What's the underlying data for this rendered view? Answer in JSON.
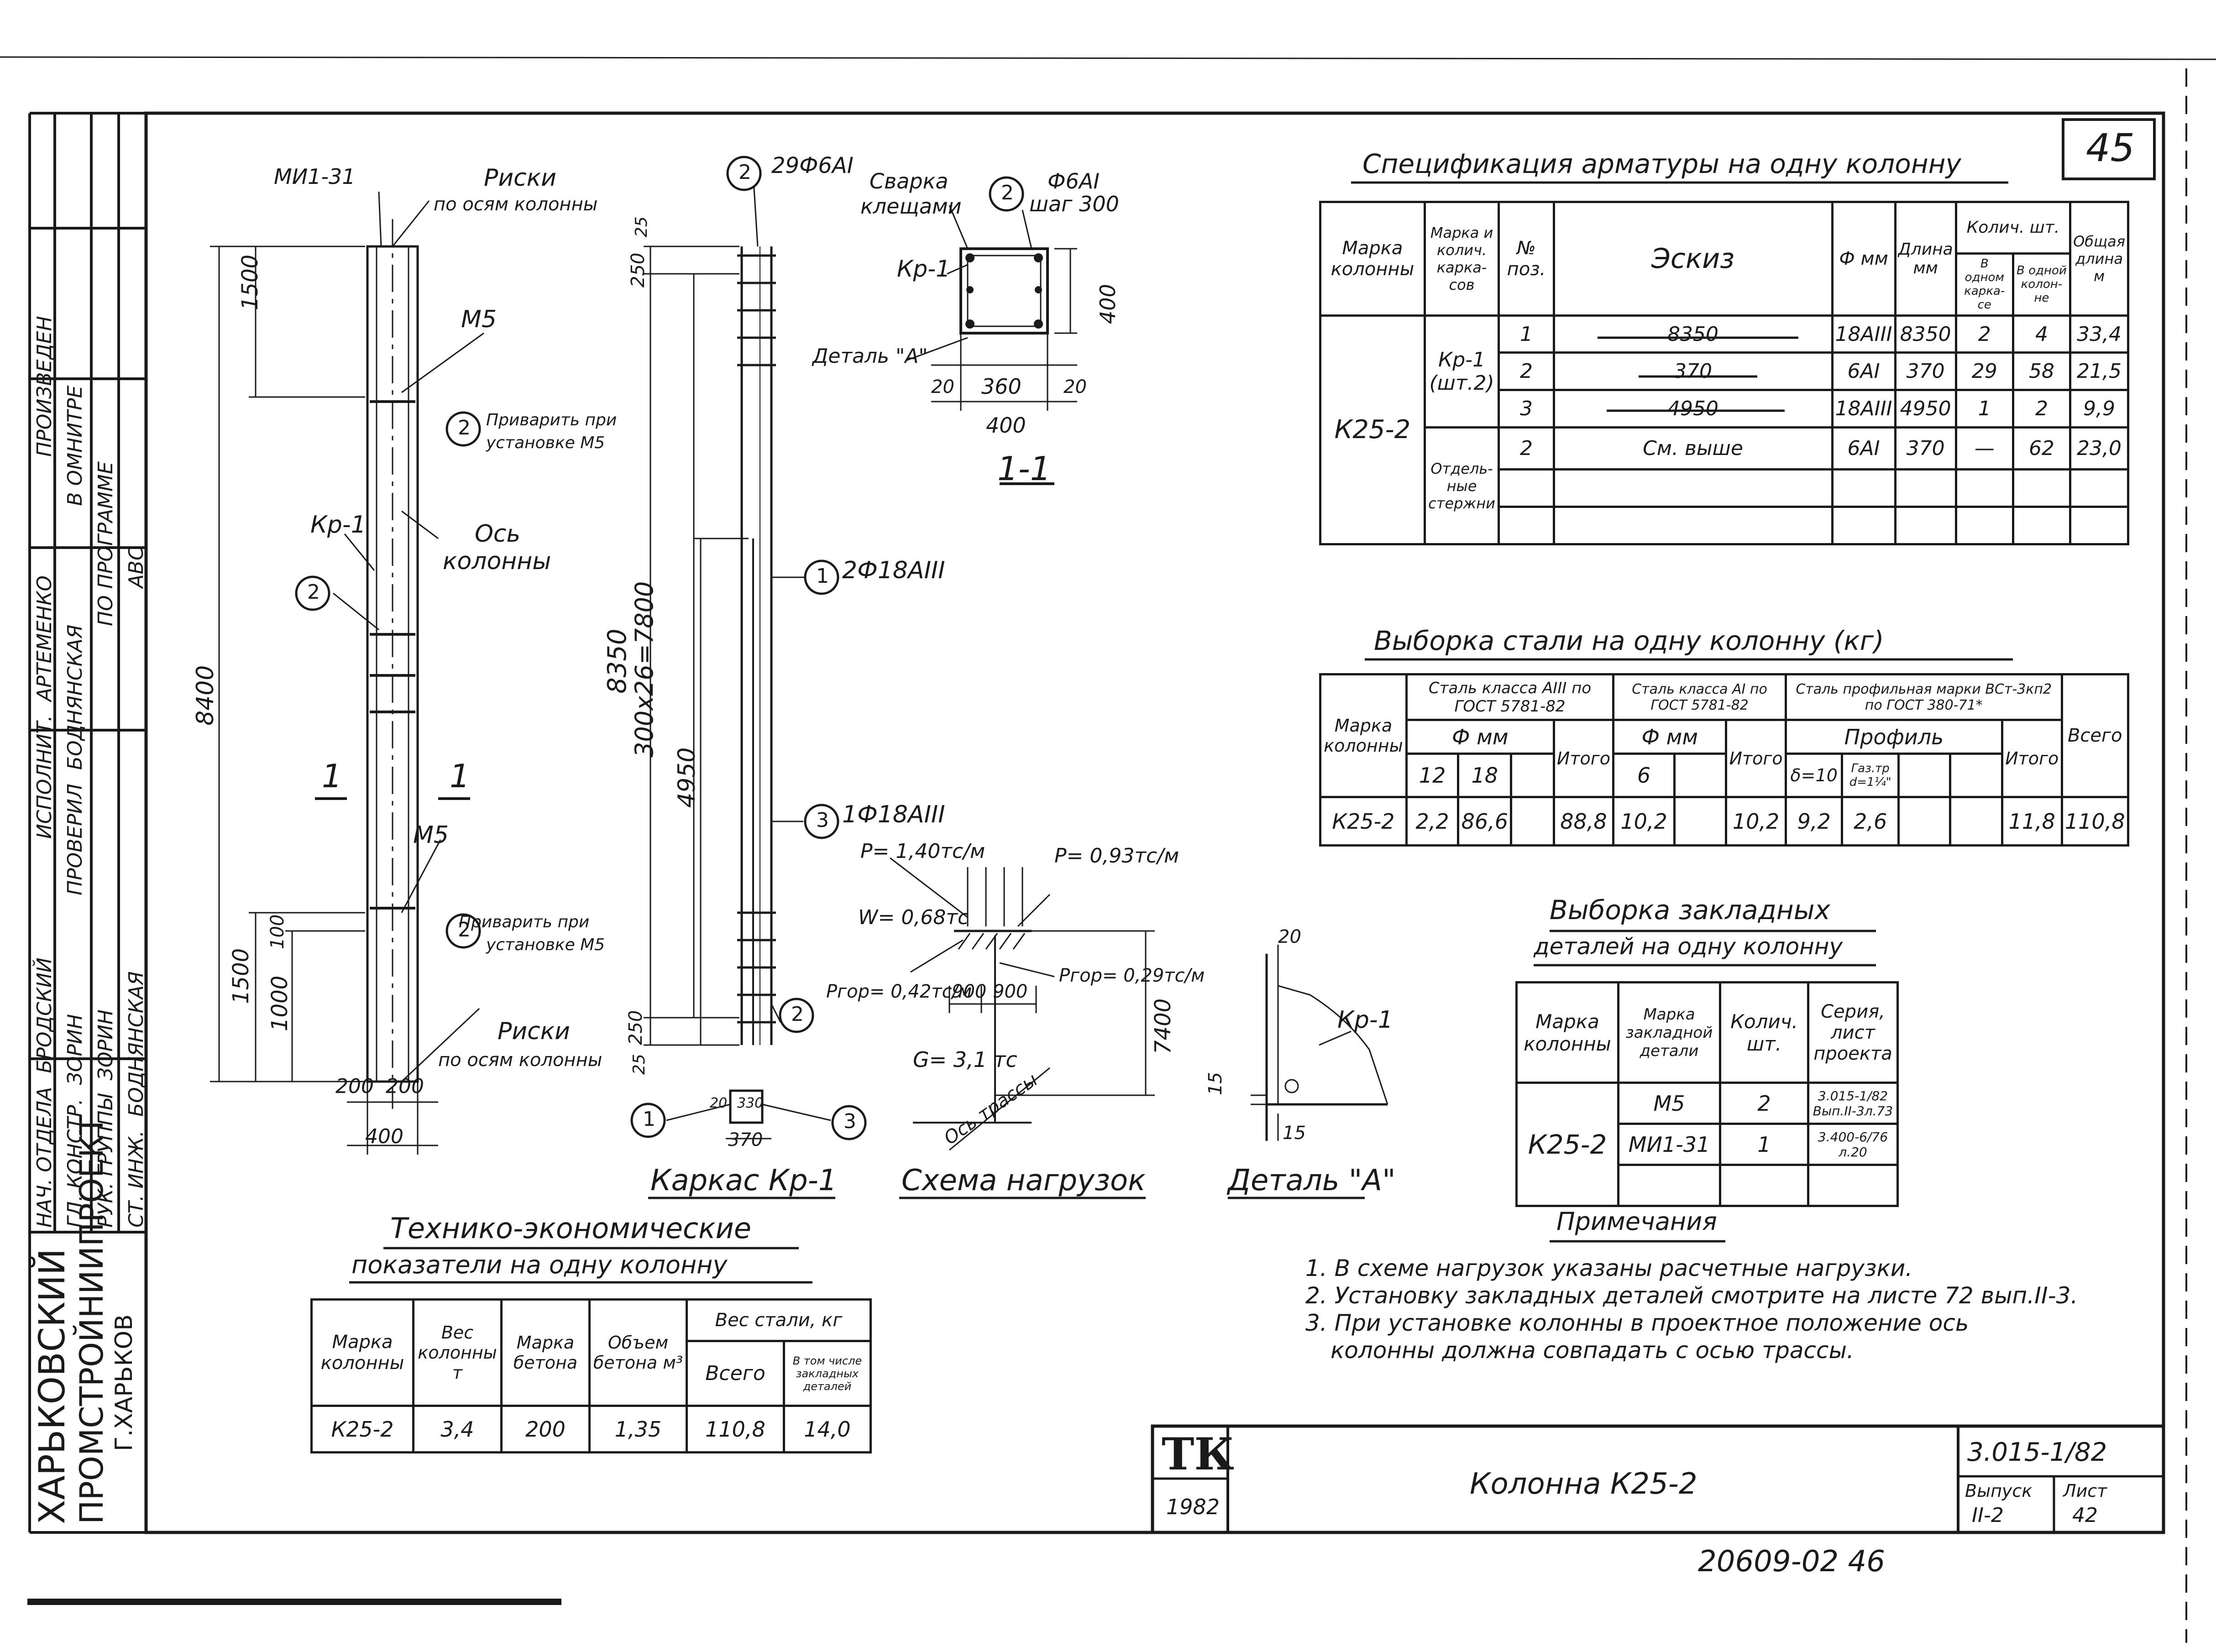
{
  "sheet": {
    "page_number": "45",
    "doc_code": "3.015-1/82",
    "issue_label": "Выпуск",
    "issue_value": "II-2",
    "sheet_label": "Лист",
    "sheet_value": "42",
    "drawing_title": "Колонна К25-2",
    "logo_text": "ТК",
    "year": "1982",
    "stamp_number": "20609-02 46"
  },
  "organization": {
    "name_1": "ХАРЬКОВСКИЙ",
    "name_2": "ПРОМСТРОЙНИИПРОЕКТ",
    "city": "Г.ХАРЬКОВ"
  },
  "approval_block": {
    "rows": [
      {
        "role": "НАЧ. ОТДЕЛА",
        "name": "БРОДСКИЙ"
      },
      {
        "role": "ГЛ. КОНСТР.",
        "name": "ЗОРИН"
      },
      {
        "role": "РУК. ГРУППЫ",
        "name": "ЗОРИН"
      },
      {
        "role": "СТ. ИНЖ.",
        "name": "БОДНЯНСКАЯ"
      },
      {
        "role": "ИСПОЛНИТ.",
        "name": "АРТЕМЕНКО"
      },
      {
        "role": "ПРОВЕРИЛ",
        "name": "БОДНЯНСКАЯ"
      }
    ],
    "stamp_1": "ПРОИЗВЕДЕН",
    "stamp_2": "В ОМНИТРЕ",
    "stamp_3": "ПО ПРОГРАММЕ",
    "stamp_4": "АВС"
  },
  "column_view": {
    "mark_top": "МИ1-31",
    "risks_top_1": "Риски",
    "risks_top_2": "по осям колонны",
    "m5_top": "М5",
    "weld_1": "Приварить при",
    "weld_2": "установке М5",
    "kr1": "Кр-1",
    "axis_1": "Ось",
    "axis_2": "колонны",
    "m5_bottom": "М5",
    "risks_bottom_1": "Риски",
    "risks_bottom_2": "по осям колонны",
    "dim_1500_top": "1500",
    "dim_8400": "8400",
    "dim_1500_bottom": "1500",
    "dim_1000": "1000",
    "dim_100": "100",
    "dim_200_left": "200",
    "dim_200_right": "200",
    "dim_400": "400",
    "section_mark": "1",
    "pos_2": "2"
  },
  "cage_view": {
    "callout_top": "29Ф6АI",
    "callout_mid": "2Ф18АIII",
    "callout_low": "1Ф18АIII",
    "dim_25_top": "25",
    "dim_250_top": "250",
    "dim_8350": "8350",
    "dim_300x26": "300x26=7800",
    "dim_4950": "4950",
    "dim_250_bottom": "250",
    "dim_25_bottom": "25",
    "sec_dim_20": "20",
    "sec_dim_330": "330",
    "sec_dim_370": "370",
    "title": "Каркас Кр-1",
    "pos_1": "1",
    "pos_2": "2",
    "pos_3": "3"
  },
  "section_1_1": {
    "weld_1": "Сварка",
    "weld_2": "клещами",
    "bar_callout": "Ф6АI",
    "bar_step": "шаг 300",
    "kr1": "Кр-1",
    "detail": "Деталь \"А\"",
    "dim_400_v": "400",
    "dim_20_l": "20",
    "dim_360": "360",
    "dim_20_r": "20",
    "dim_400_h": "400",
    "title": "1-1",
    "pos_2": "2"
  },
  "load_scheme": {
    "p1": "P= 1,40тс/м",
    "p2": "P= 0,93тс/м",
    "w": "W= 0,68тс",
    "ptop_l": "Pгор= 0,42тс/м",
    "ptop_r": "Pгор= 0,29тс/м",
    "dim_900_l": "900",
    "dim_900_r": "900",
    "g": "G= 3,1 тс",
    "axis": "Ось трассы",
    "dim_7400": "7400",
    "title": "Схема нагрузок"
  },
  "detail_a": {
    "dim_20": "20",
    "kr1": "Кр-1",
    "dim_15_v": "15",
    "dim_15_h": "15",
    "title": "Деталь \"А\""
  },
  "spec_table": {
    "title": "Спецификация арматуры на одну колонну",
    "headers": [
      "Марка колонны",
      "Марка и колич. карка-сов",
      "№ поз.",
      "Эскиз",
      "Ф мм",
      "Длина мм",
      "Колич. шт.",
      "Общая длина м"
    ],
    "subheaders": [
      "В одном карка-се",
      "В одной колон-не"
    ],
    "column_mark": "К25-2",
    "frame_mark": "Кр-1 (шт.2)",
    "separate": "Отдель-ные стержни",
    "rows": [
      {
        "pos": "1",
        "sketch": "8350",
        "d": "18АIII",
        "len": "8350",
        "n1": "2",
        "n2": "4",
        "total": "33,4"
      },
      {
        "pos": "2",
        "sketch": "370",
        "d": "6АI",
        "len": "370",
        "n1": "29",
        "n2": "58",
        "total": "21,5"
      },
      {
        "pos": "3",
        "sketch": "4950",
        "d": "18АIII",
        "len": "4950",
        "n1": "1",
        "n2": "2",
        "total": "9,9"
      },
      {
        "pos": "2",
        "sketch": "См. выше",
        "d": "6АI",
        "len": "370",
        "n1": "—",
        "n2": "62",
        "total": "23,0"
      }
    ]
  },
  "steel_table": {
    "title": "Выборка стали на одну колонну (кг)",
    "h_mark": "Марка колонны",
    "h_a3": "Сталь класса АIII по ГОСТ 5781-82",
    "h_a1": "Сталь класса АI по ГОСТ 5781-82",
    "h_prof": "Сталь профильная марки ВСт-3кп2 по ГОСТ 380-71*",
    "h_fmm_1": "Ф мм",
    "h_fmm_2": "Ф мм",
    "h_profile": "Профиль",
    "h_12": "12",
    "h_18": "18",
    "h_total_1": "Итого",
    "h_6": "6",
    "h_total_2": "Итого",
    "h_d10": "δ=10",
    "h_pipe": "Газ.тр d=1¼\"",
    "h_total_3": "Итого",
    "h_all": "Всего",
    "row": {
      "mark": "К25-2",
      "v12": "2,2",
      "v18": "86,6",
      "t1": "88,8",
      "v6": "10,2",
      "t2": "10,2",
      "vd": "9,2",
      "vp": "2,6",
      "t3": "11,8",
      "all": "110,8"
    }
  },
  "embedded_table": {
    "title_1": "Выборка закладных",
    "title_2": "деталей на одну колонну",
    "headers": [
      "Марка колонны",
      "Марка закладной детали",
      "Колич. шт.",
      "Серия, лист проекта"
    ],
    "column_mark": "К25-2",
    "rows": [
      {
        "mark": "М5",
        "qty": "2",
        "series": "3.015-1/82 Вып.II-3л.73"
      },
      {
        "mark": "МИ1-31",
        "qty": "1",
        "series": "3.400-6/76 л.20"
      }
    ]
  },
  "notes": {
    "title": "Примечания",
    "items": [
      "1. В схеме нагрузок указаны расчетные нагрузки.",
      "2. Установку закладных деталей смотрите на листе 72 вып.II-3.",
      "3. При установке колонны в проектное положение ось",
      "колонны должна совпадать с осью трассы."
    ]
  },
  "tech_table": {
    "title_1": "Технико-экономические",
    "title_2": "показатели на одну колонну",
    "headers": [
      "Марка колонны",
      "Вес колонны т",
      "Марка бетона",
      "Объем бетона м³",
      "Вес стали, кг"
    ],
    "sub": [
      "Всего",
      "В том числе закладных деталей"
    ],
    "row": {
      "mark": "К25-2",
      "weight": "3,4",
      "concrete": "200",
      "volume": "1,35",
      "steel": "110,8",
      "embedded": "14,0"
    }
  }
}
